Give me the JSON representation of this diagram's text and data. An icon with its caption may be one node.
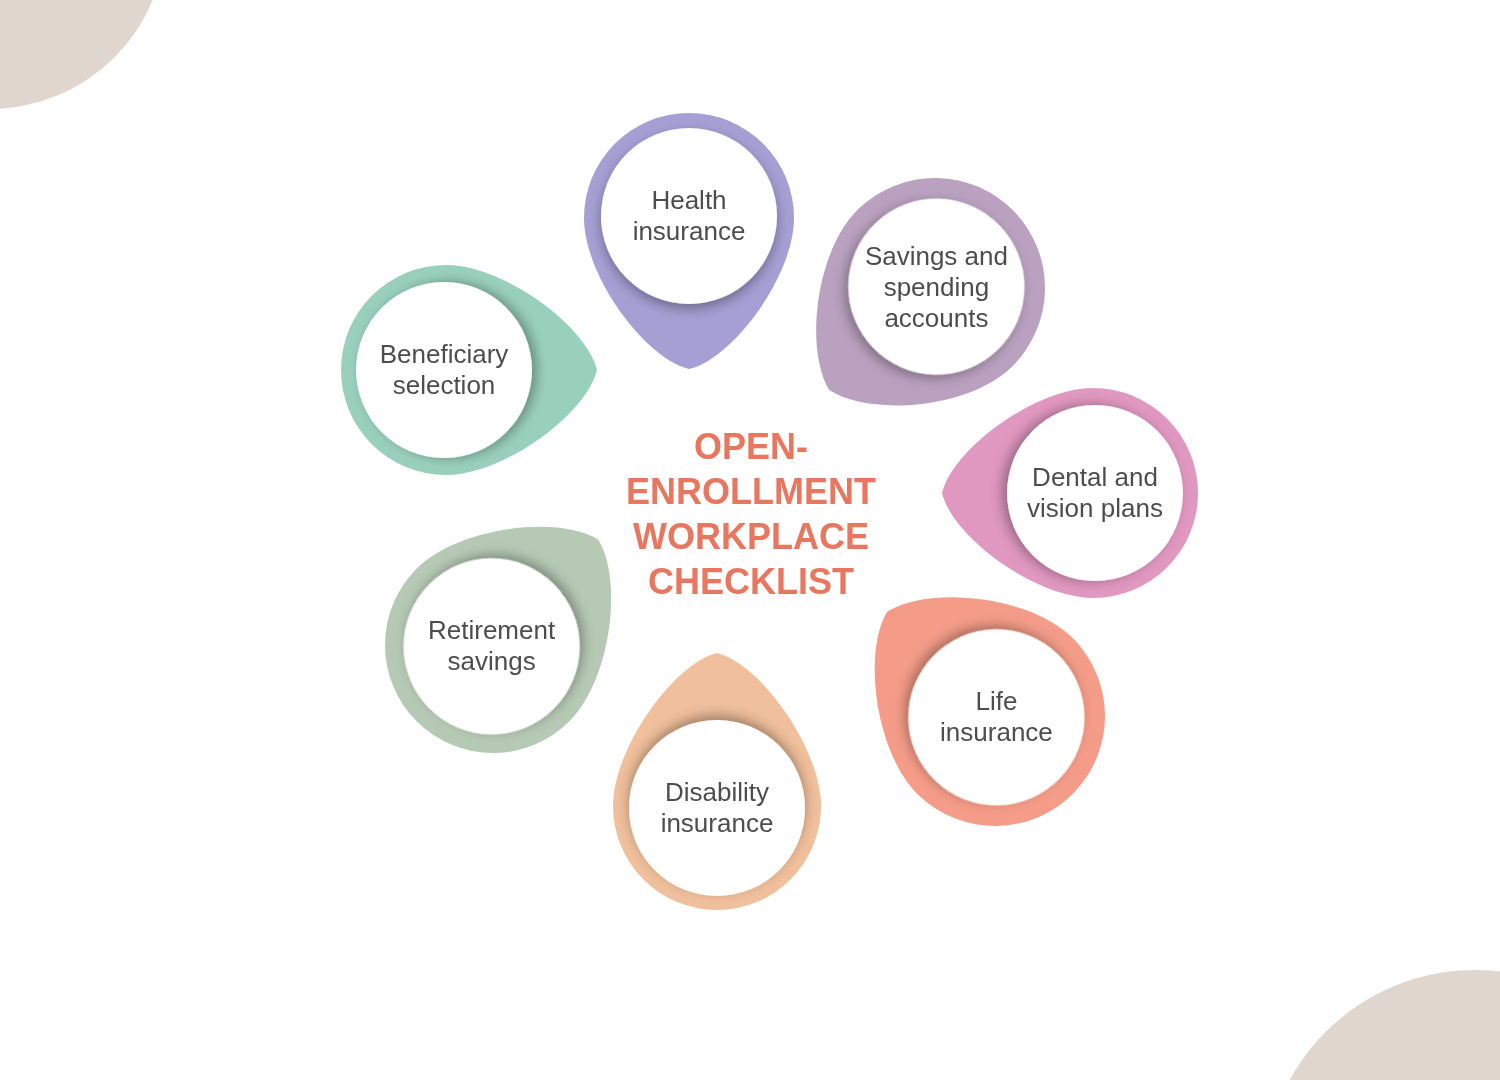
{
  "diagram": {
    "title": "OPEN-ENROLLMENT WORKPLACE CHECKLIST",
    "nodes": [
      {
        "text": [
          "Health insurance"
        ]
      },
      {
        "text": [
          "Savings and spending accounts"
        ]
      },
      {
        "text": [
          "Dental and vision plans"
        ]
      },
      {
        "text": [
          "Life insurance"
        ]
      },
      {
        "text": [
          "Disability insurance"
        ]
      },
      {
        "text": [
          "Retirement savings"
        ]
      },
      {
        "text": [
          "Beneficiary selection"
        ]
      }
    ]
  }
}
